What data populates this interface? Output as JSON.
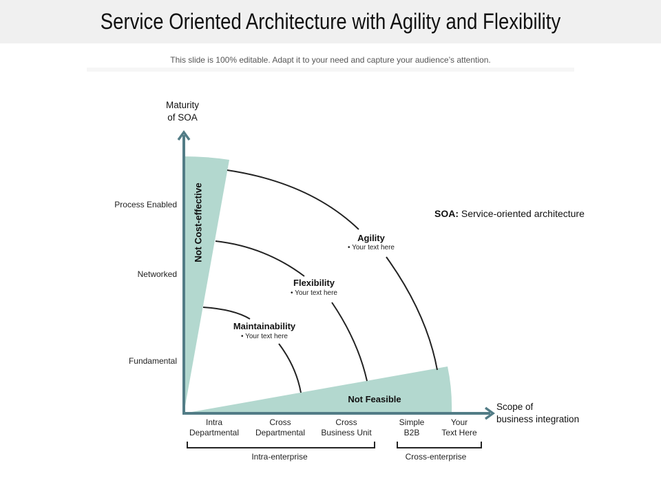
{
  "header": {
    "title": "Service Oriented Architecture with Agility and Flexibility",
    "subtitle": "This slide is 100% editable. Adapt it to your need and capture your audience’s attention."
  },
  "colors": {
    "header_bg": "#f0f0f0",
    "axis": "#527c86",
    "wedge_fill": "#b3d8cf",
    "arc": "#222222"
  },
  "axes": {
    "y_title_line1": "Maturity",
    "y_title_line2": "of SOA",
    "x_title_line1": "Scope of",
    "x_title_line2": "business integration",
    "y_levels": [
      "Process Enabled",
      "Networked",
      "Fundamental"
    ]
  },
  "zones": {
    "not_cost_effective": "Not Cost-effective",
    "not_feasible": "Not Feasible",
    "agility": {
      "title": "Agility",
      "bullet": "Your text here"
    },
    "flexibility": {
      "title": "Flexibility",
      "bullet": "Your text here"
    },
    "maintainability": {
      "title": "Maintainability",
      "bullet": "Your text here"
    }
  },
  "legend": {
    "abbr": "SOA:",
    "definition": "Service-oriented architecture"
  },
  "x_categories": [
    {
      "line1": "Intra",
      "line2": "Departmental"
    },
    {
      "line1": "Cross",
      "line2": "Departmental"
    },
    {
      "line1": "Cross",
      "line2": "Business Unit"
    },
    {
      "line1": "Simple",
      "line2": "B2B"
    },
    {
      "line1": "Your",
      "line2": "Text Here"
    }
  ],
  "groups": {
    "intra": "Intra-enterprise",
    "cross": "Cross-enterprise"
  }
}
